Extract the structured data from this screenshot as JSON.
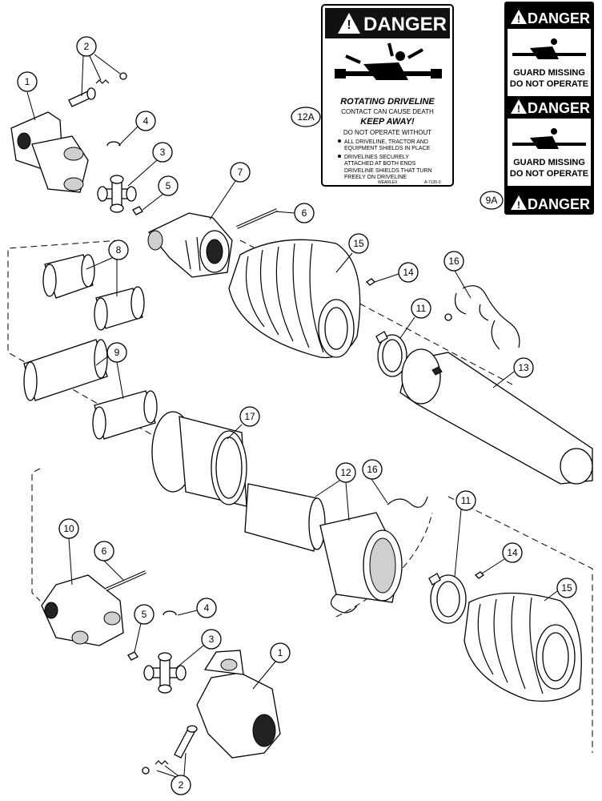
{
  "labels": {
    "label_12a": {
      "code": "12A",
      "header": "DANGER",
      "title": "ROTATING DRIVELINE",
      "line2": "CONTACT CAN CAUSE DEATH",
      "line3": "KEEP AWAY!",
      "line4": "DO NOT OPERATE WITHOUT",
      "bullets": [
        "ALL DRIVELINE, TRACTOR AND",
        "EQUIPMENT SHIELDS IN PLACE",
        "DRIVELINES SECURELY",
        "ATTACHED AT BOTH ENDS",
        "DRIVELINE SHIELDS THAT TURN",
        "FREELY ON DRIVELINE"
      ],
      "footer_left": "WEARLEX",
      "footer_right": "A-7135-0"
    },
    "label_9a": {
      "code": "9A",
      "header_top": "DANGER",
      "guard1": "GUARD MISSING",
      "do_not1": "DO NOT OPERATE",
      "header_mid": "DANGER",
      "guard2": "GUARD MISSING",
      "do_not2": "DO NOT OPERATE",
      "header_bottom": "DANGER"
    }
  },
  "callouts": [
    "1",
    "2",
    "4",
    "3",
    "5",
    "7",
    "6",
    "15",
    "14",
    "8",
    "16",
    "11",
    "9",
    "13",
    "17",
    "12",
    "16",
    "11",
    "14",
    "15",
    "10",
    "6",
    "5",
    "4",
    "3",
    "1",
    "2"
  ]
}
